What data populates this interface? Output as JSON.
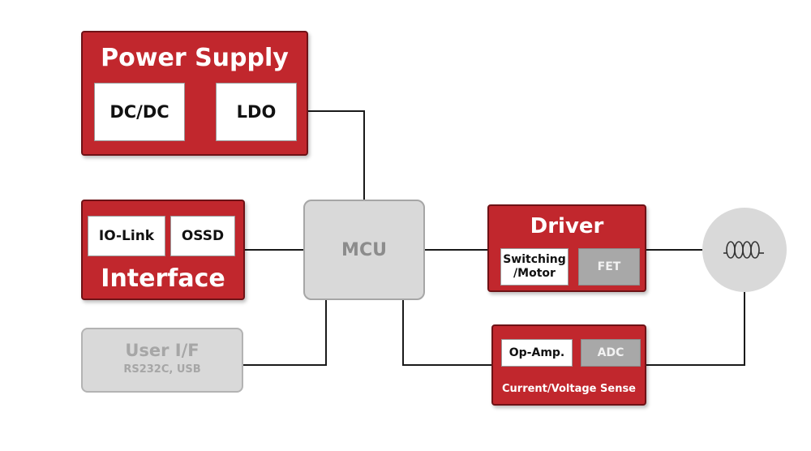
{
  "power_supply": {
    "title": "Power Supply",
    "dcdc": "DC/DC",
    "ldo": "LDO"
  },
  "interface": {
    "title": "Interface",
    "iolink": "IO-Link",
    "ossd": "OSSD"
  },
  "user_if": {
    "title": "User I/F",
    "subtitle": "RS232C, USB"
  },
  "mcu": {
    "label": "MCU"
  },
  "driver": {
    "title": "Driver",
    "switching": "Switching\n/Motor",
    "fet": "FET"
  },
  "sense": {
    "opamp": "Op-Amp.",
    "adc": "ADC",
    "title": "Current/Voltage Sense"
  },
  "load": {
    "icon": "coil-icon"
  },
  "colors": {
    "red": "#c1272d",
    "gray": "#d9d9d9",
    "dark_gray": "#a8a8a8"
  }
}
